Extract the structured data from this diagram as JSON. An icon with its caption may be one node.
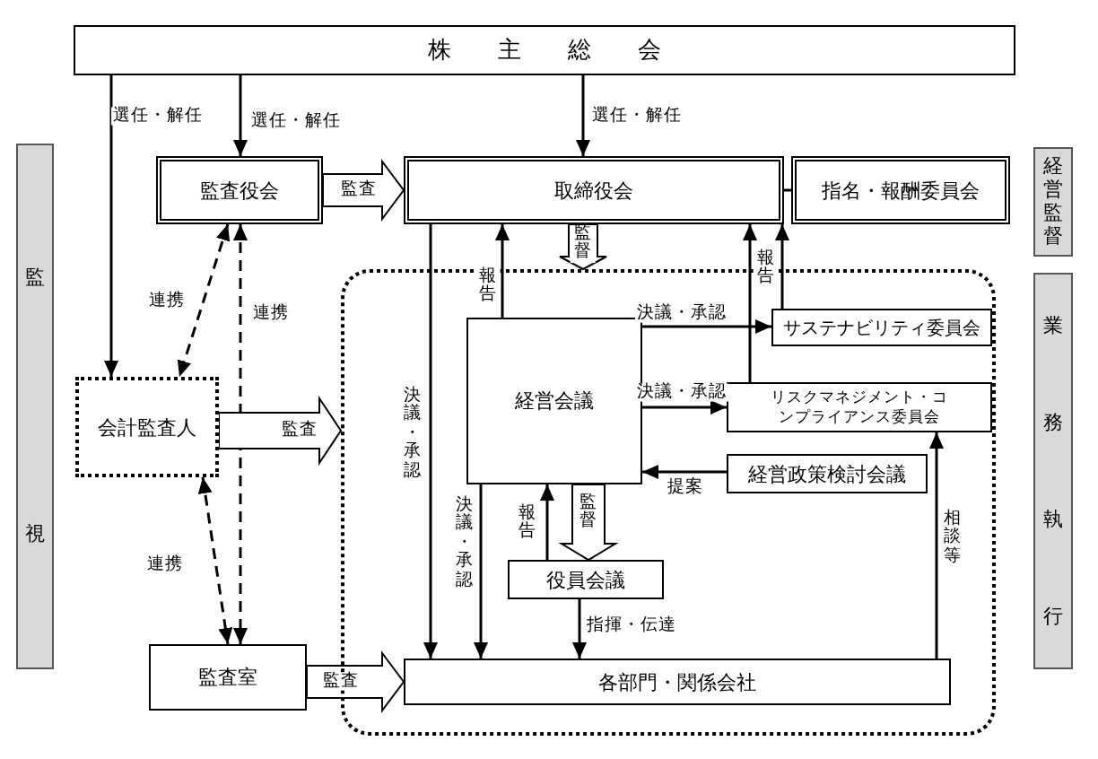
{
  "diagram": {
    "nodes": [
      {
        "text": [
          "株主総会"
        ]
      },
      {
        "text": [
          "監視"
        ]
      },
      {
        "text": [
          "監査役会"
        ]
      },
      {
        "text": [
          "取締役会"
        ]
      },
      {
        "text": [
          "指名・報酬委員会"
        ]
      },
      {
        "text": [
          "経営監督"
        ]
      },
      {
        "text": [
          "会計監査人"
        ]
      },
      {
        "text": [],
        "shape": "box"
      },
      {
        "text": [
          "業務執行"
        ]
      },
      {
        "text": [
          "経営会議"
        ],
        "in": 7
      },
      {
        "text": [
          "サステナビリティ委員会"
        ],
        "in": 7
      },
      {
        "text": [
          "リスクマネジメント・コンプライアンス委員会"
        ],
        "in": 7
      },
      {
        "text": [
          "経営政策検討会議"
        ],
        "in": 7
      },
      {
        "text": [
          "役員会議"
        ],
        "in": 7
      },
      {
        "text": [
          "監査室"
        ]
      },
      {
        "text": [
          "各部門・関係会社"
        ],
        "in": 7
      }
    ],
    "edges": [
      {
        "from": 0,
        "to": 2,
        "arrow": "to",
        "label": "選任・解任"
      },
      {
        "from": 0,
        "to": 3,
        "arrow": "to",
        "label": "選任・解任"
      },
      {
        "from": 0,
        "to": 6,
        "arrow": "to",
        "label": "選任・解任"
      },
      {
        "from": 2,
        "to": 3,
        "arrow": "to",
        "label": "監査",
        "style": "thick"
      },
      {
        "from": 3,
        "to": 4,
        "arrow": "none"
      },
      {
        "from": 2,
        "to": 6,
        "arrow": "both",
        "label": "連携",
        "style": "dashed"
      },
      {
        "from": 2,
        "to": 14,
        "arrow": "both",
        "label": "連携",
        "style": "dashed"
      },
      {
        "from": 3,
        "to": 7,
        "arrow": "to",
        "label": "監督",
        "style": "thick"
      },
      {
        "from": 6,
        "to": 7,
        "arrow": "to",
        "label": "監査",
        "style": "thick"
      },
      {
        "from": 9,
        "to": 3,
        "arrow": "to",
        "label": "報告"
      },
      {
        "from": 10,
        "to": 3,
        "arrow": "to",
        "label": "報告"
      },
      {
        "from": 11,
        "to": 3,
        "arrow": "to"
      },
      {
        "from": 3,
        "to": 15,
        "arrow": "to",
        "label": "決議・承認"
      },
      {
        "from": 9,
        "to": 10,
        "arrow": "to",
        "label": "決議・承認"
      },
      {
        "from": 9,
        "to": 11,
        "arrow": "to",
        "label": "決議・承認"
      },
      {
        "from": 12,
        "to": 9,
        "arrow": "to",
        "label": "提案"
      },
      {
        "from": 9,
        "to": 15,
        "arrow": "to",
        "label": "決議・承認"
      },
      {
        "from": 13,
        "to": 9,
        "arrow": "to",
        "label": "報告"
      },
      {
        "from": 9,
        "to": 13,
        "arrow": "to",
        "label": "監督",
        "style": "thick"
      },
      {
        "from": 13,
        "to": 15,
        "arrow": "to",
        "label": "指揮・伝達"
      },
      {
        "from": 6,
        "to": 14,
        "arrow": "both",
        "label": "連携",
        "style": "dashed"
      },
      {
        "from": 14,
        "to": 15,
        "arrow": "to",
        "label": "監査",
        "style": "thick"
      },
      {
        "from": 15,
        "to": 11,
        "arrow": "to",
        "label": "相談等"
      }
    ]
  }
}
